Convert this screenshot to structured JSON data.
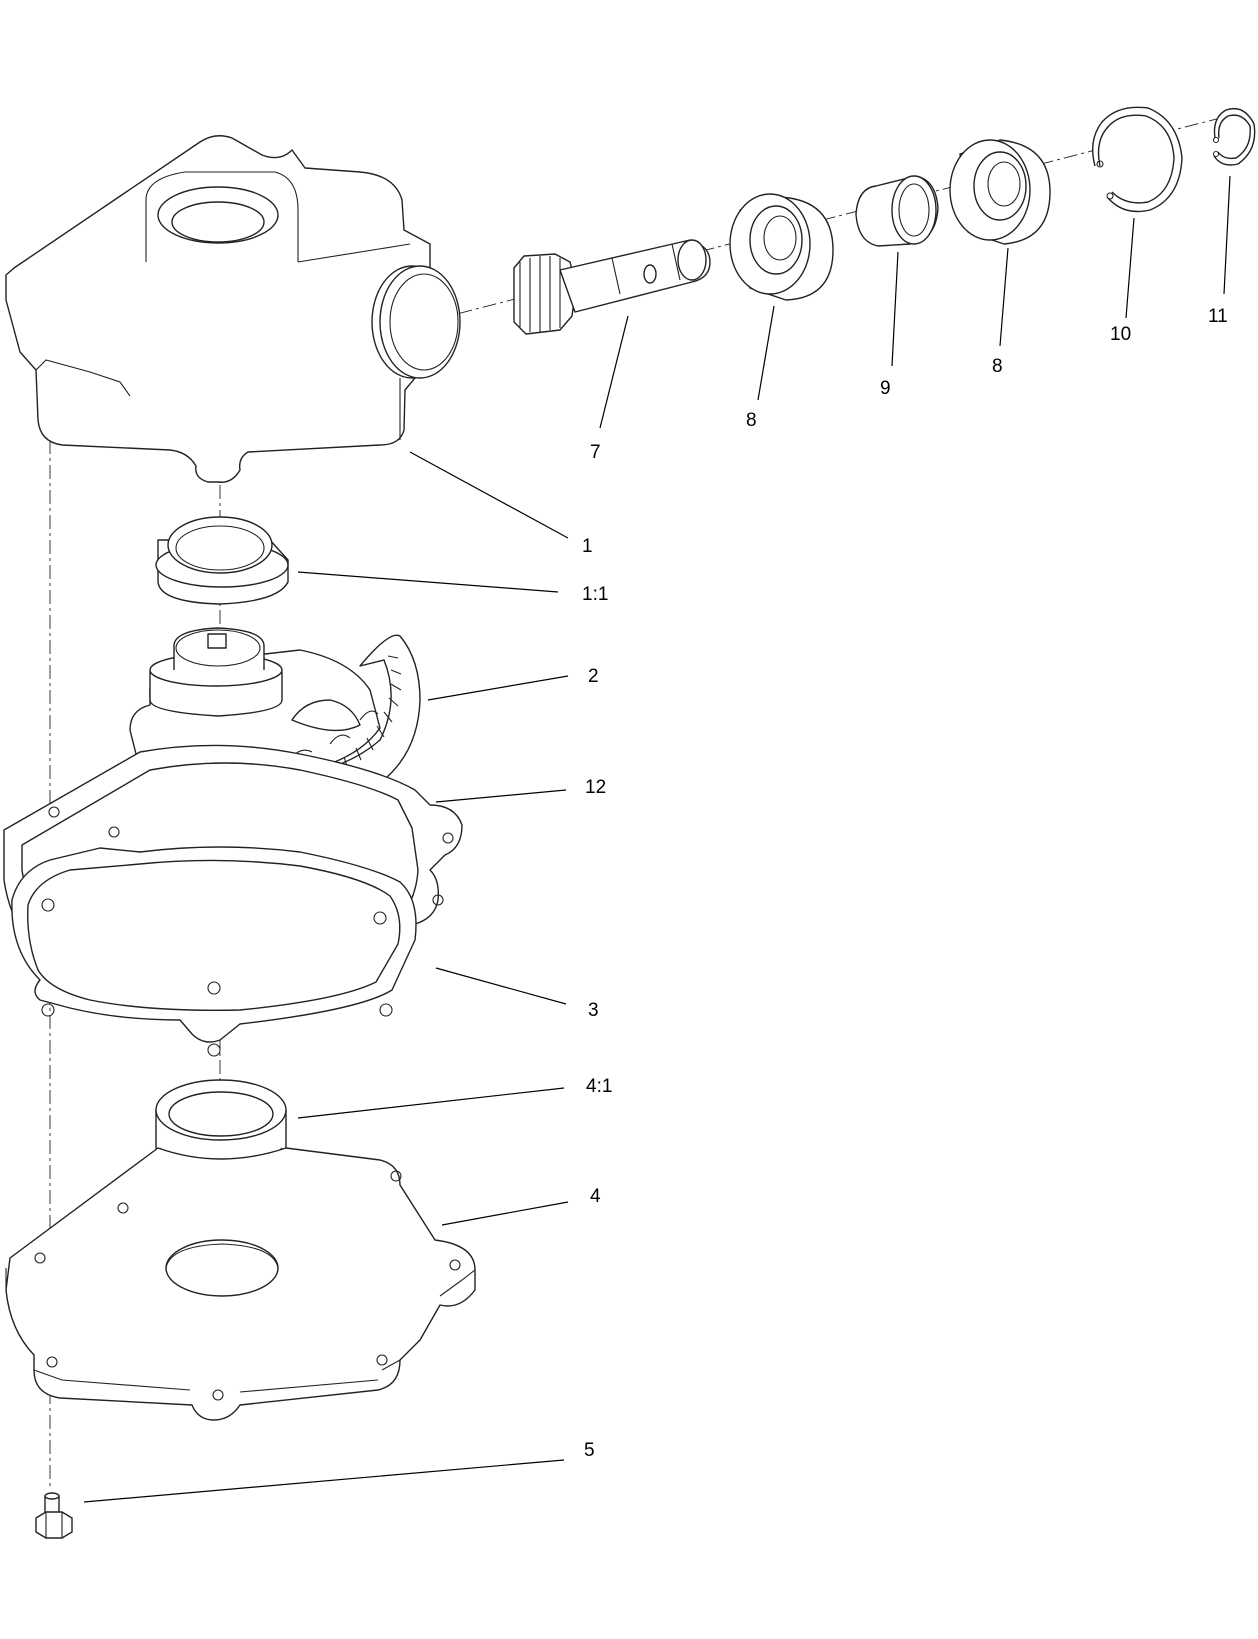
{
  "callouts": {
    "c1": "1",
    "c1_1": "1:1",
    "c2": "2",
    "c12": "12",
    "c3": "3",
    "c4_1": "4:1",
    "c4": "4",
    "c5": "5",
    "c7": "7",
    "c8a": "8",
    "c9": "9",
    "c8b": "8",
    "c10": "10",
    "c11": "11"
  }
}
